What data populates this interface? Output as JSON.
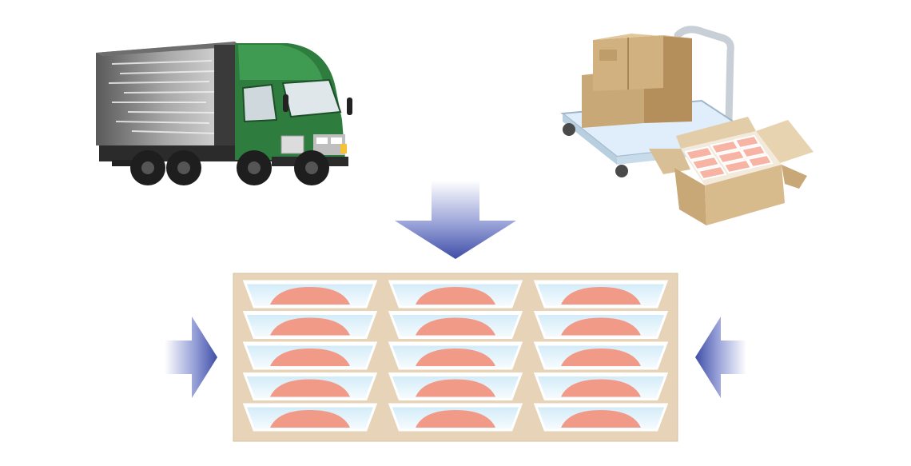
{
  "illustration": {
    "source_items": [
      "delivery-truck",
      "hand-cart-with-boxes",
      "open-box-with-fillets"
    ],
    "flow_arrows": [
      "arrow-down",
      "arrow-right",
      "arrow-left"
    ],
    "storage_grid": {
      "rows": 5,
      "columns": 3
    },
    "colors": {
      "truck_cab": "#2e7d3f",
      "truck_body": "#8a8a8a",
      "cardboard": "#c9a877",
      "cart_deck": "#dfeefa",
      "fillet": "#f29a88",
      "tray": "#e6f4fb",
      "rack": "#e7d4b8",
      "arrow_tip": "#4a5ab0"
    }
  }
}
